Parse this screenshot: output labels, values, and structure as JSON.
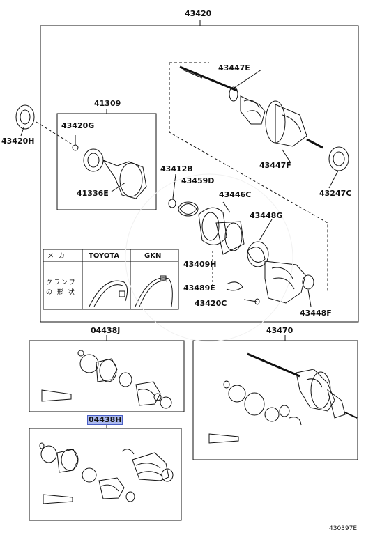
{
  "diagram": {
    "catalog_ref": "430397E",
    "callouts": {
      "c43420": "43420",
      "c43447E": "43447E",
      "c41309": "41309",
      "c43420G": "43420G",
      "c43420H": "43420H",
      "c41336E": "41336E",
      "c43447F": "43447F",
      "c43247C": "43247C",
      "c43412B": "43412B",
      "c43459D": "43459D",
      "c43446C": "43446C",
      "c43448G": "43448G",
      "c43409H": "43409H",
      "c43489E": "43489E",
      "c43420C": "43420C",
      "c43448F": "43448F",
      "c04438J": "04438J",
      "c43470": "43470",
      "c04438H": "04438H"
    },
    "table": {
      "col1": "メ カ",
      "col2": "TOYOTA",
      "col3": "GKN",
      "row_label_1": "クランプ",
      "row_label_2": "の 形 状"
    }
  }
}
